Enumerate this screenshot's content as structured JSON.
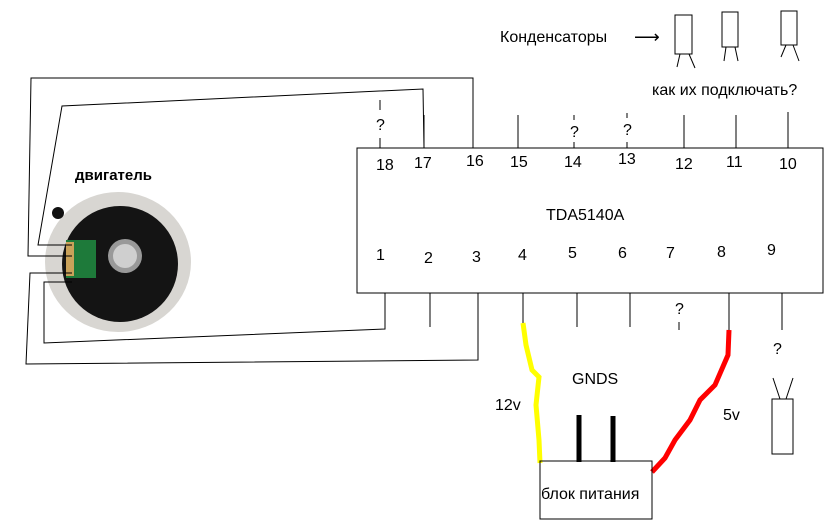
{
  "labels": {
    "capacitors": "Конденсаторы",
    "arrow": "⟶",
    "question": "как их подключать?",
    "motor": "двигатель",
    "chip": "TDA5140A",
    "gnds": "GNDS",
    "v12": "12v",
    "v5": "5v",
    "power_supply": "блок питания",
    "unknown": "?"
  },
  "pins_top": [
    "18",
    "17",
    "16",
    "15",
    "14",
    "13",
    "12",
    "11",
    "10"
  ],
  "pins_bottom": [
    "1",
    "2",
    "3",
    "4",
    "5",
    "6",
    "7",
    "8",
    "9"
  ],
  "colors": {
    "wire_12v": "#ffff00",
    "wire_5v": "#ff0000",
    "gnd": "#000000"
  }
}
